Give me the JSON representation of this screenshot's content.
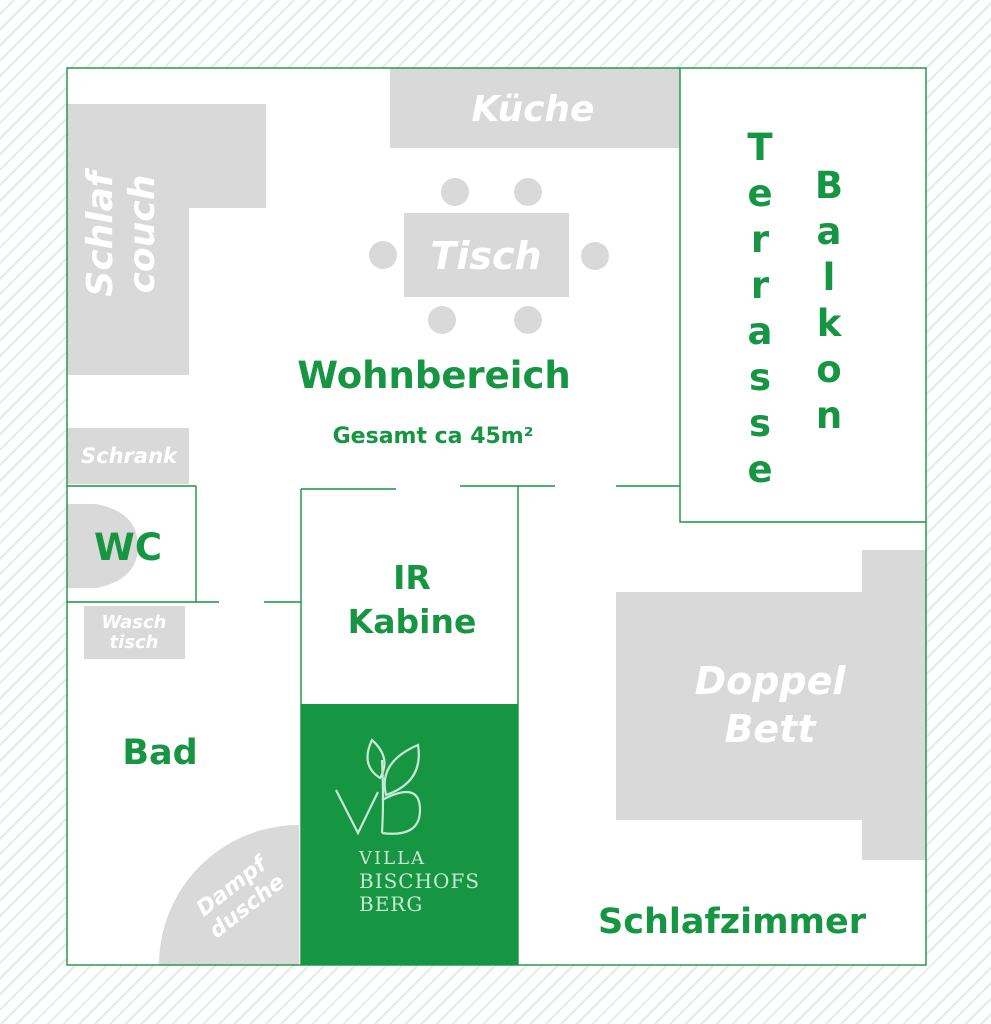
{
  "colors": {
    "accent": "#169542",
    "furniture": "#d9d9d9",
    "furniture_text": "#ffffff",
    "logo_panel": "#169542"
  },
  "rooms": {
    "wohnbereich": "Wohnbereich",
    "gesamt": "Gesamt ca 45m²",
    "terrasse": "Terrasse",
    "balkon": "Balkon",
    "wc": "WC",
    "ir_line1": "IR",
    "ir_line2": "Kabine",
    "bad": "Bad",
    "schlafzimmer": "Schlafzimmer"
  },
  "furniture": {
    "kueche": "Küche",
    "tisch": "Tisch",
    "schlafcouch_line1": "Schlaf",
    "schlafcouch_line2": "couch",
    "schrank": "Schrank",
    "waschtisch_line1": "Wasch",
    "waschtisch_line2": "tisch",
    "doppelbett_line1": "Doppel",
    "doppelbett_line2": "Bett",
    "dampfdusche_line1": "Dampf",
    "dampfdusche_line2": "dusche"
  },
  "logo": {
    "icon": "leaf-vb-monogram-icon",
    "line1": "VILLA",
    "line2": "BISCHOFS",
    "line3": "BERG"
  }
}
